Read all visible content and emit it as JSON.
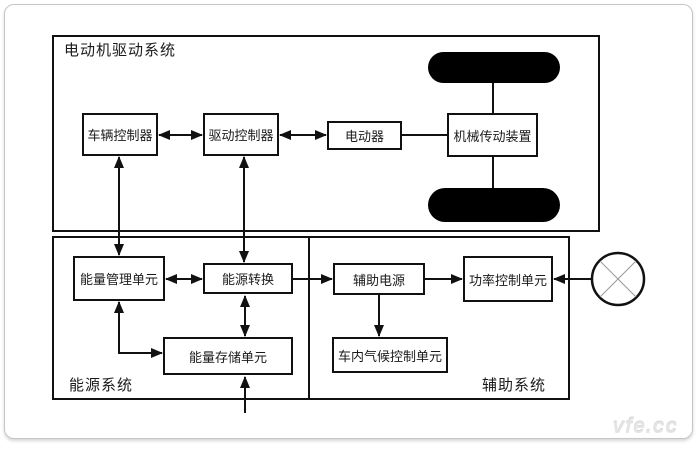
{
  "sections": {
    "drive_system": "电动机驱动系统",
    "energy_system": "能源系统",
    "auxiliary_system": "辅助系统"
  },
  "nodes": {
    "vehicle_controller": "车辆控制器",
    "drive_controller": "驱动控制器",
    "motor": "电动器",
    "mechanical_transmission": "机械传动装置",
    "energy_management_unit": "能量管理单元",
    "energy_conversion": "能源转换",
    "energy_storage_unit": "能量存储单元",
    "auxiliary_power": "辅助电源",
    "power_control_unit": "功率控制单元",
    "cabin_climate_control_unit": "车内气候控制单元"
  },
  "icons": {
    "wheel_top": "wheel",
    "wheel_bottom": "wheel",
    "crossed_circle": "crossed-circle-load-symbol"
  },
  "watermark": "vfe.cc",
  "colors": {
    "line": "#111111",
    "wheel": "#000000",
    "frame_border": "#c6c6c6",
    "watermark": "#e4e4e4",
    "background": "#ffffff"
  }
}
